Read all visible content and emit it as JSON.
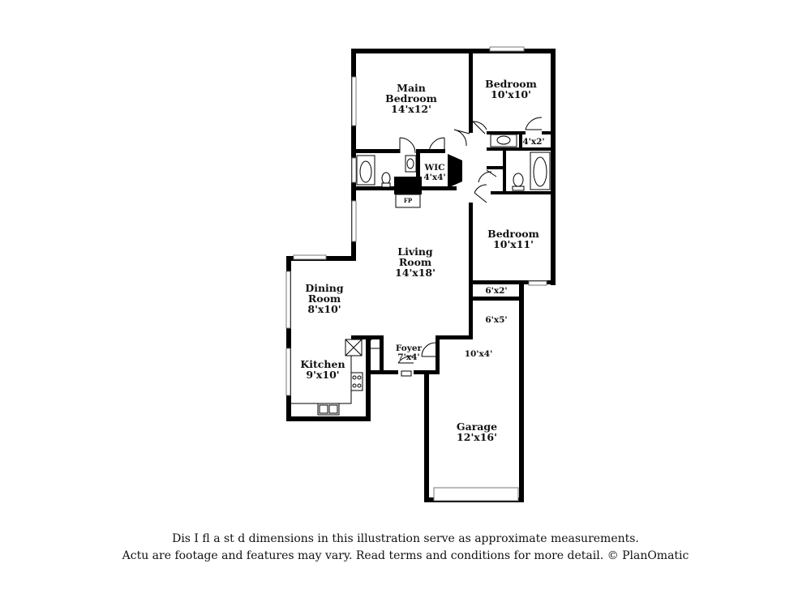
{
  "rooms": {
    "main_bedroom": {
      "name_line1": "Main",
      "name_line2": "Bedroom",
      "size": "14'x12'"
    },
    "bedroom_ne": {
      "name": "Bedroom",
      "size": "10'x10'"
    },
    "closet_ne": {
      "size": "4'x2'"
    },
    "wic": {
      "name": "WIC",
      "size": "4'x4'"
    },
    "fireplace": {
      "label": "FP"
    },
    "living_room": {
      "name_line1": "Living",
      "name_line2": "Room",
      "size": "14'x18'"
    },
    "bedroom_e": {
      "name": "Bedroom",
      "size": "10'x11'"
    },
    "closet_mid": {
      "size": "6'x2'"
    },
    "laundry": {
      "size": "6'x5'"
    },
    "hall": {
      "size": "10'x4'"
    },
    "dining_room": {
      "name_line1": "Dining",
      "name_line2": "Room",
      "size": "8'x10'"
    },
    "kitchen": {
      "name": "Kitchen",
      "size": "9'x10'"
    },
    "foyer": {
      "name": "Foyer",
      "size": "7'x4'"
    },
    "garage": {
      "name": "Garage",
      "size": "12'x16'"
    }
  },
  "disclaimer": {
    "line1": "Dis    I  fl  a  st  d dimensions in this illustration serve as approximate measurements.",
    "line2": "Actu    are footage and features may vary. Read terms and conditions for more detail. © PlanOmatic"
  }
}
